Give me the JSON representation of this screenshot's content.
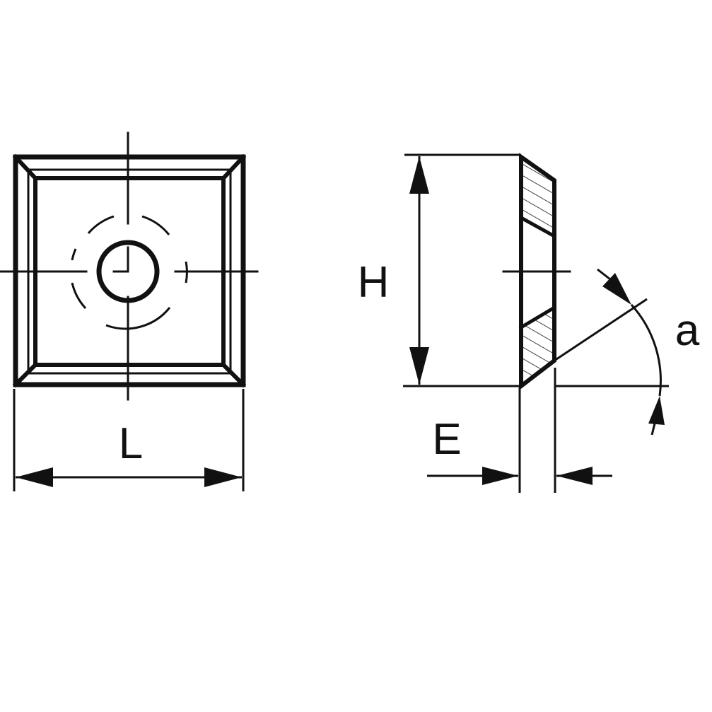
{
  "diagram": {
    "labels": {
      "length": "L",
      "height": "H",
      "thickness": "E",
      "angle": "a"
    },
    "colors": {
      "line": "#111111",
      "background": "#ffffff"
    }
  }
}
